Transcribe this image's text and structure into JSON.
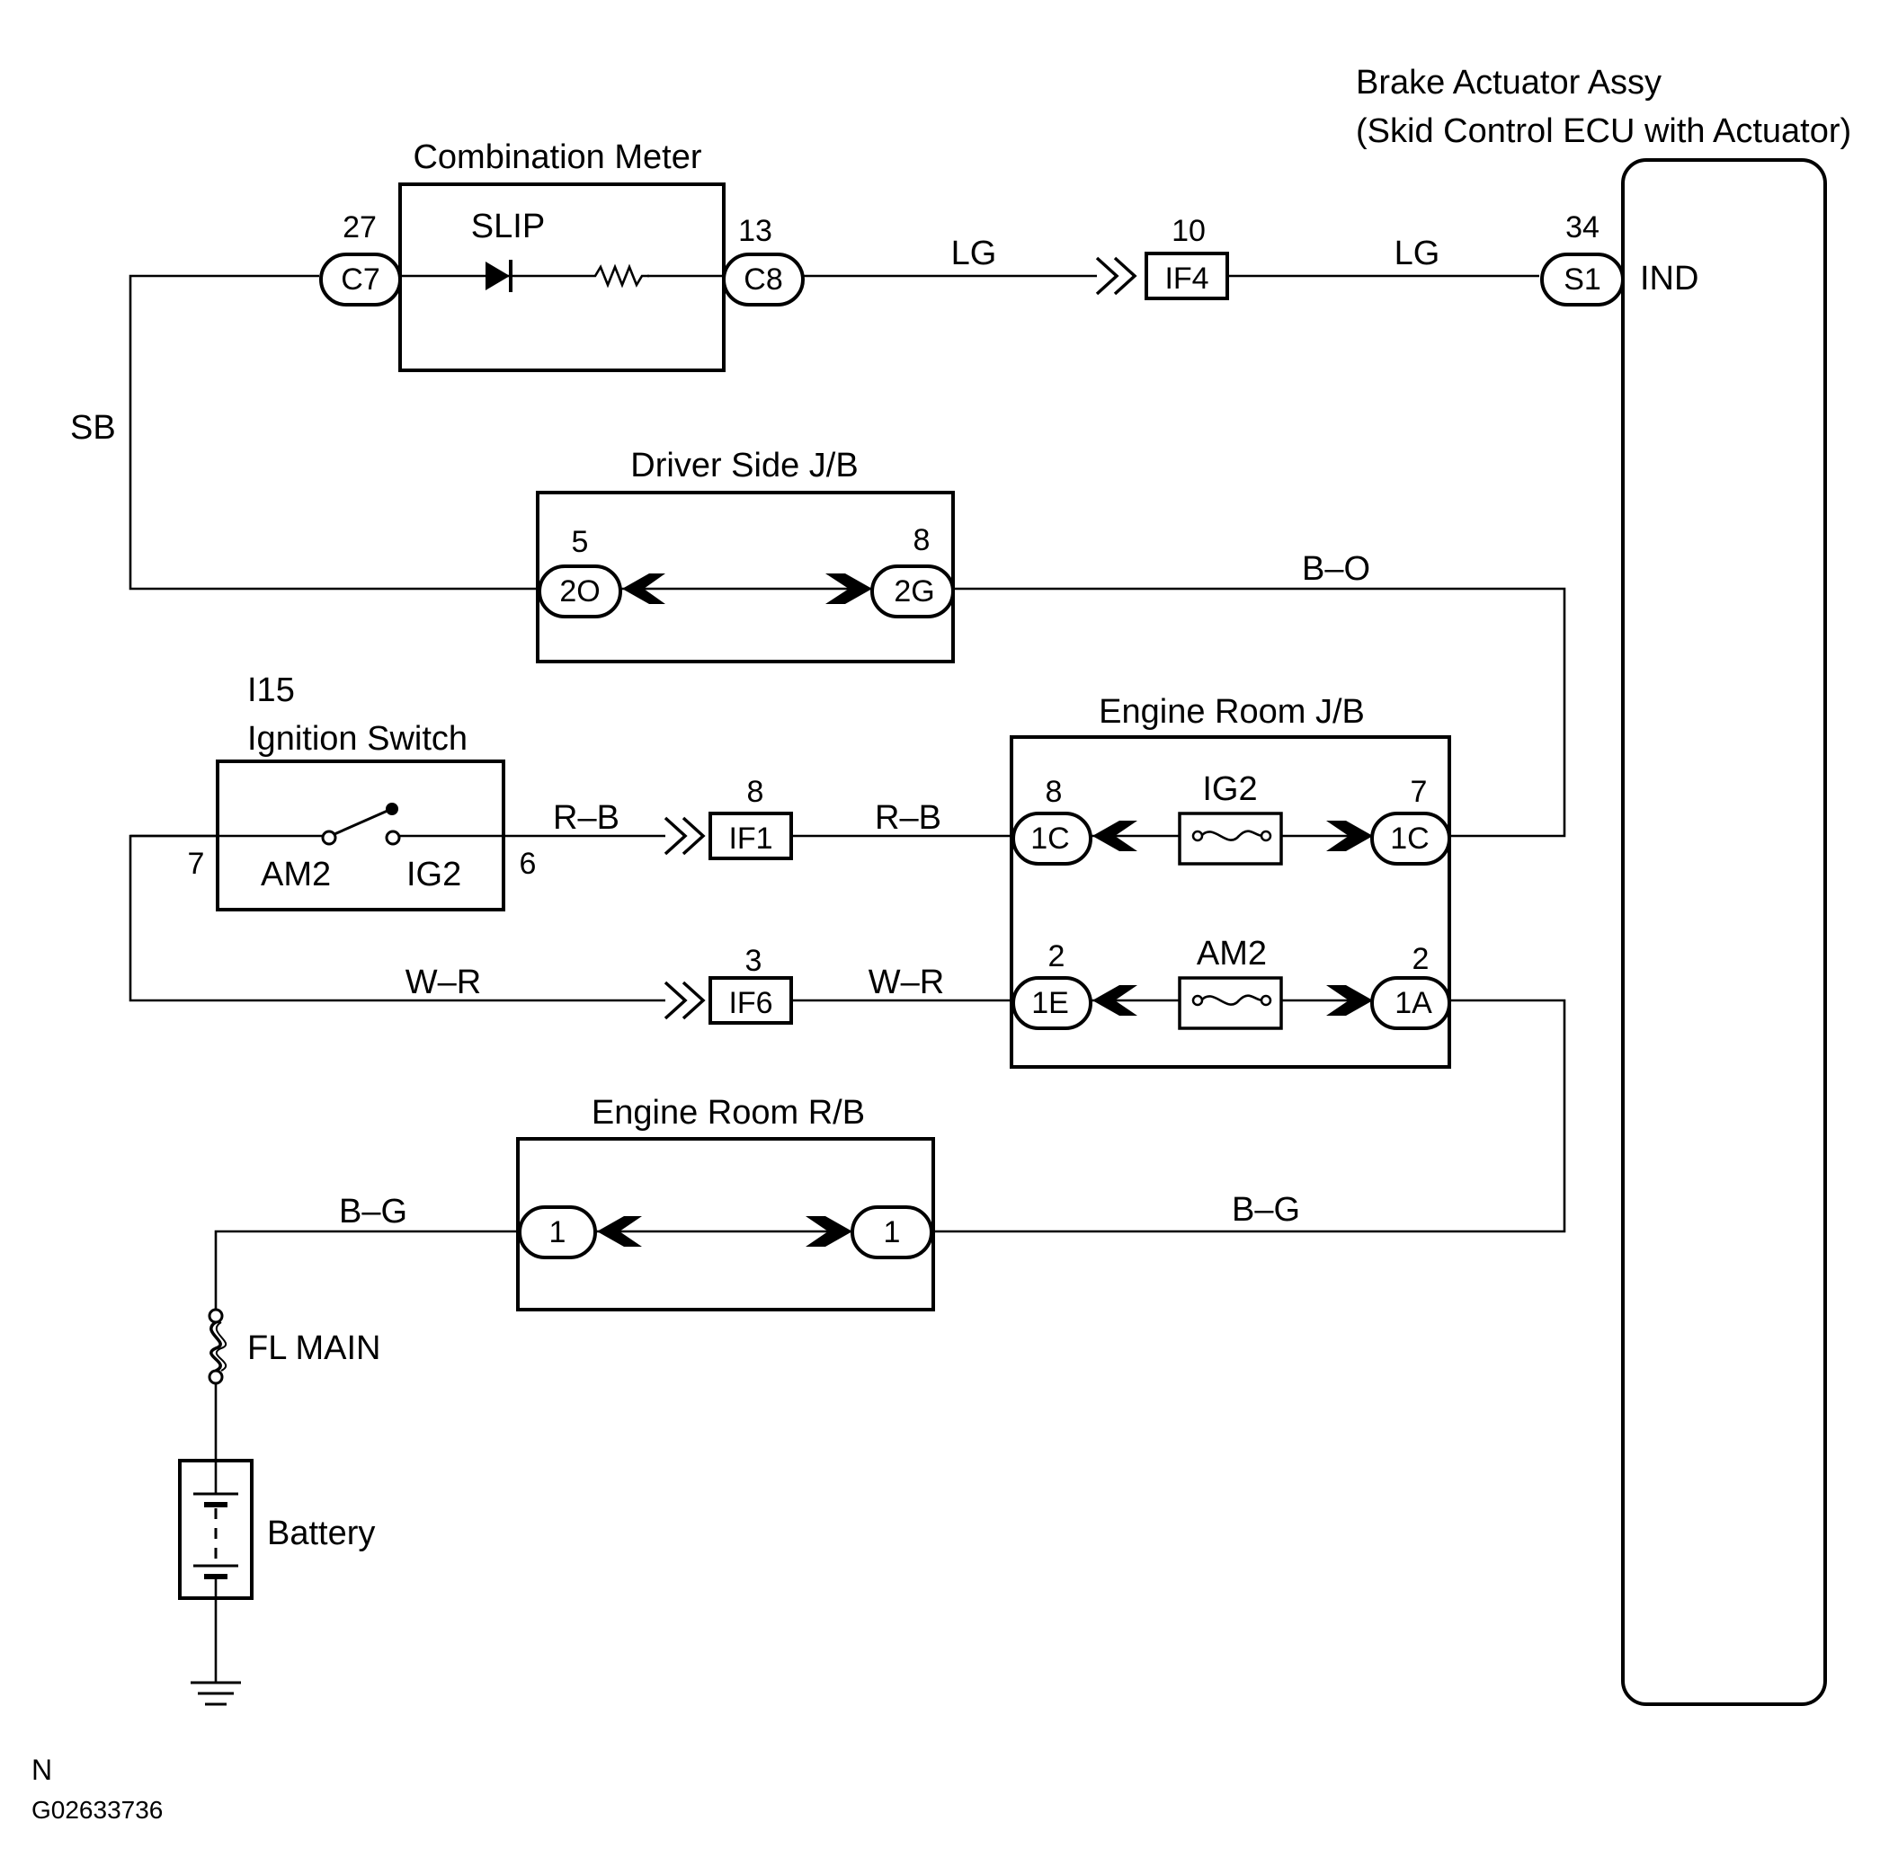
{
  "components": {
    "brake_actuator": {
      "name_line1": "Brake Actuator Assy",
      "name_line2": "(Skid Control ECU with Actuator)",
      "terminal": "IND",
      "connector": "S1",
      "pin": "34"
    },
    "combination_meter": {
      "name": "Combination Meter",
      "indicator": "SLIP",
      "left_connector": "C7",
      "left_pin": "27",
      "right_connector": "C8",
      "right_pin": "13"
    },
    "driver_side_jb": {
      "name": "Driver Side J/B",
      "left_connector": "2O",
      "left_pin": "5",
      "right_connector": "2G",
      "right_pin": "8"
    },
    "ignition_switch": {
      "id": "I15",
      "name": "Ignition Switch",
      "left_terminal": "AM2",
      "right_terminal": "IG2",
      "left_pin": "7",
      "right_pin": "6"
    },
    "engine_room_jb": {
      "name": "Engine Room J/B",
      "fuse_top": "IG2",
      "fuse_bottom": "AM2",
      "top_left_connector": "1C",
      "top_left_pin": "8",
      "top_right_connector": "1C",
      "top_right_pin": "7",
      "bottom_left_connector": "1E",
      "bottom_left_pin": "2",
      "bottom_right_connector": "1A",
      "bottom_right_pin": "2"
    },
    "engine_room_rb": {
      "name": "Engine Room R/B",
      "left_pin": "1",
      "right_pin": "1"
    },
    "fl_main": {
      "name": "FL MAIN"
    },
    "battery": {
      "name": "Battery"
    }
  },
  "junction_connectors": {
    "if4": {
      "label": "IF4",
      "pin": "10"
    },
    "if1": {
      "label": "IF1",
      "pin": "8"
    },
    "if6": {
      "label": "IF6",
      "pin": "3"
    }
  },
  "wires": {
    "sb": "SB",
    "lg_left": "LG",
    "lg_right": "LG",
    "b_o": "B–O",
    "r_b_left": "R–B",
    "r_b_right": "R–B",
    "w_r_left": "W–R",
    "w_r_right": "W–R",
    "b_g_left": "B–G",
    "b_g_right": "B–G"
  },
  "footer": {
    "mark": "N",
    "code": "G02633736"
  }
}
